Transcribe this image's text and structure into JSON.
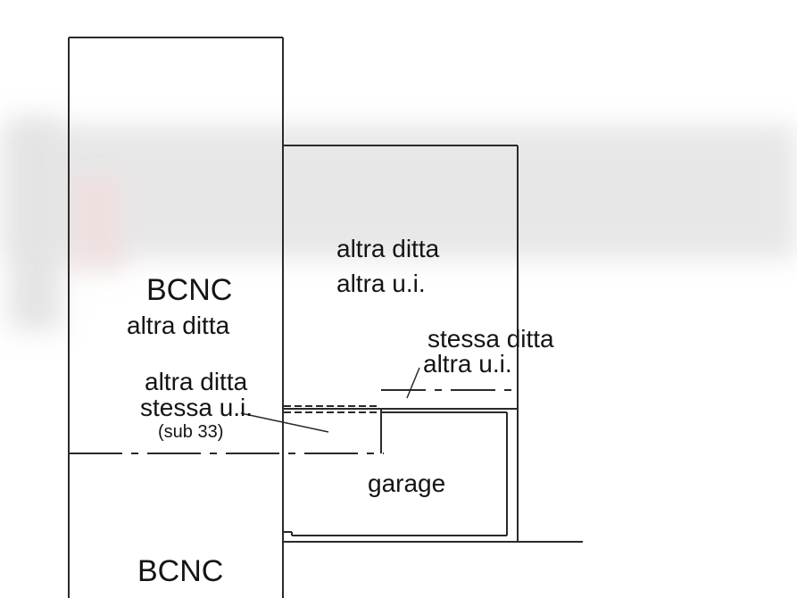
{
  "labels": {
    "bcnc_top": "BCNC",
    "bcnc_top_sub": "altra ditta",
    "upper_right_line1": "altra ditta",
    "upper_right_line2": "altra u.i.",
    "right_line1": "stessa ditta",
    "right_line2": "altra u.i.",
    "left_mid_line1": "altra ditta",
    "left_mid_line2": "stessa u.i.",
    "left_mid_sub": "(sub 33)",
    "garage": "garage",
    "bcnc_bottom": "BCNC"
  },
  "colors": {
    "line": "#2a2a2a",
    "text": "#141414",
    "blur_band": "#d9d9d9"
  }
}
